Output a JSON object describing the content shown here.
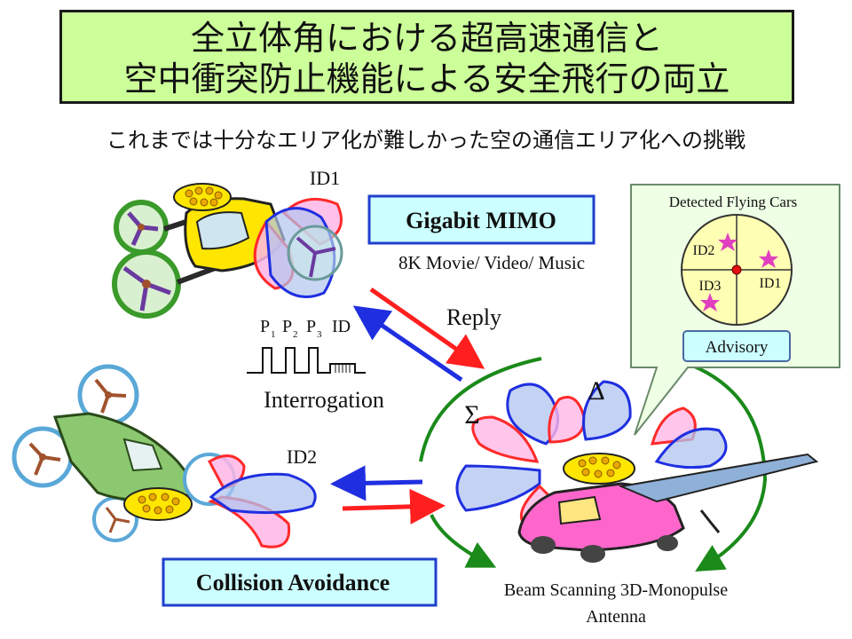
{
  "title": {
    "line1": "全立体角における超高速通信と",
    "line2": "空中衝突防止機能による安全飛行の両立"
  },
  "subtitle": "これまでは十分なエリア化が難しかった空の通信エリア化への挑戦",
  "labels": {
    "id1": "ID1",
    "id2": "ID2",
    "gigabit": "Gigabit MIMO",
    "media": "8K Movie/ Video/ Music",
    "reply": "Reply",
    "interrogation": "Interrogation",
    "collision": "Collision Avoidance",
    "antenna_line1": "Beam Scanning 3D-Monopulse",
    "antenna_line2": "Antenna",
    "sigma": "Σ",
    "delta": "Δ",
    "pulse_p": "P",
    "pulse_sub1": "1",
    "pulse_sub2": "2",
    "pulse_sub3": "3",
    "pulse_id": "ID"
  },
  "radar": {
    "heading": "Detected Flying  Cars",
    "targets": [
      "ID2",
      "ID3",
      "ID1"
    ],
    "advisory": "Advisory"
  },
  "colors": {
    "title_bg": "#ccff99",
    "label_bg": "#ccffff",
    "label_border": "#1f3fcc",
    "red_arrow": "#ff1f1f",
    "blue_arrow": "#1f2fe0",
    "green_arrow": "#1a8a1a",
    "radar_fill": "#ffffb3",
    "star": "#e040c0",
    "beam_pink": "#ffb6e6",
    "beam_blue": "#b0c4f0"
  }
}
